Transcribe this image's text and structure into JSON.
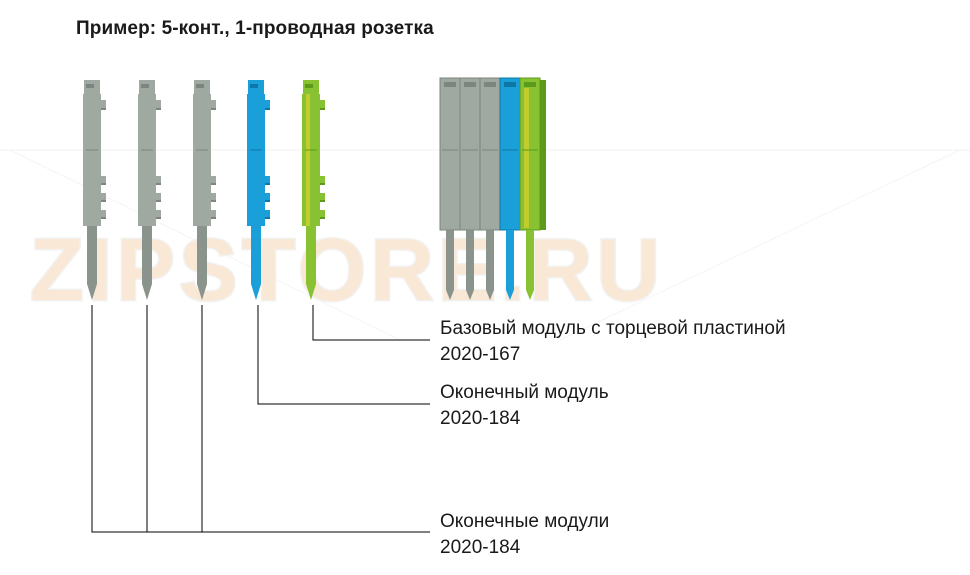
{
  "title": "Пример: 5-конт., 1-проводная розетка",
  "watermark": "ZIPSTORE.RU",
  "colors": {
    "gray_module": "#9fa8a1",
    "gray_module_dark": "#7c857f",
    "blue_module": "#1b9fd8",
    "blue_module_dark": "#0d78a8",
    "green_module": "#88c232",
    "green_module_dark": "#5c9a1c",
    "yellow_stripe": "#d8d12a",
    "pin_gray": "#8b938d",
    "line": "#000000"
  },
  "callouts": [
    {
      "name": "Базовый модуль с торцевой пластиной",
      "code": "2020-167"
    },
    {
      "name": "Оконечный модуль",
      "code": "2020-184"
    },
    {
      "name": "Оконечные модули",
      "code": "2020-184"
    }
  ]
}
